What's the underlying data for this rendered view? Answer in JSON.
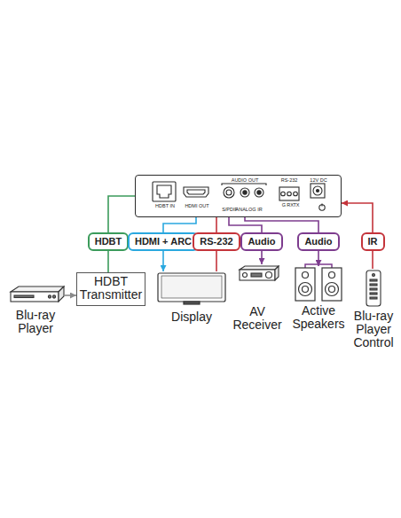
{
  "diagram": {
    "nodes": [
      {
        "text": [
          "HDBT IN",
          "HDMI OUT",
          "AUDIO OUT",
          "S/PDIF",
          "ANALOG",
          "IR",
          "RS-232",
          "G",
          "RX",
          "TX",
          "12V DC"
        ]
      },
      {
        "text": [
          "HDBT"
        ]
      },
      {
        "text": [
          "HDMI + ARC"
        ]
      },
      {
        "text": [
          "RS-232"
        ]
      },
      {
        "text": [
          "Audio"
        ]
      },
      {
        "text": [
          "Audio"
        ]
      },
      {
        "text": [
          "IR"
        ]
      },
      {
        "text": [
          "Blu-ray Player"
        ]
      },
      {
        "text": [
          "HDBT Transmitter"
        ]
      },
      {
        "text": [
          "Display"
        ]
      },
      {
        "text": [
          "AV Receiver"
        ]
      },
      {
        "text": [
          "Active Speakers"
        ]
      },
      {
        "text": [
          "Blu-ray Player Control"
        ]
      }
    ],
    "edges": [
      {
        "from": 0,
        "to": 1,
        "arrow": "none"
      },
      {
        "from": 1,
        "to": 8,
        "arrow": "none"
      },
      {
        "from": 7,
        "to": 8,
        "arrow": "to"
      },
      {
        "from": 0,
        "to": 2,
        "arrow": "none"
      },
      {
        "from": 2,
        "to": 9,
        "arrow": "to"
      },
      {
        "from": 0,
        "to": 3,
        "arrow": "none"
      },
      {
        "from": 3,
        "to": 9,
        "arrow": "none"
      },
      {
        "from": 0,
        "to": 4,
        "arrow": "none"
      },
      {
        "from": 4,
        "to": 10,
        "arrow": "to"
      },
      {
        "from": 0,
        "to": 5,
        "arrow": "none"
      },
      {
        "from": 5,
        "to": 11,
        "arrow": "to"
      },
      {
        "from": 12,
        "to": 6,
        "arrow": "none"
      },
      {
        "from": 6,
        "to": 0,
        "arrow": "to"
      }
    ]
  }
}
